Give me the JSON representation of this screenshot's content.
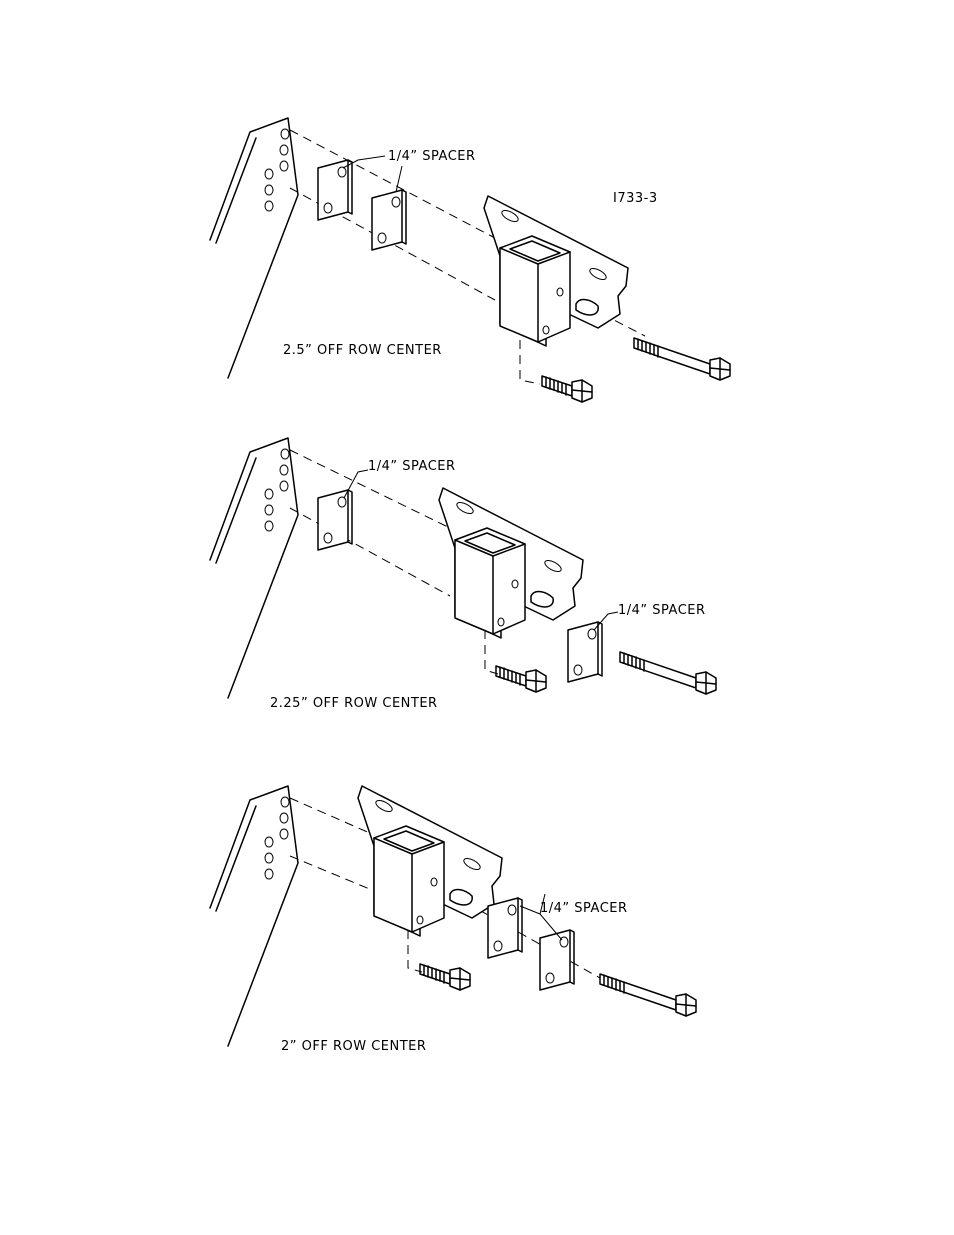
{
  "figure": {
    "id_label": "I733-3"
  },
  "assemblies": [
    {
      "caption": "2.5” OFF ROW CENTER",
      "spacer_label": "1/4” SPACER"
    },
    {
      "caption": "2.25” OFF ROW CENTER",
      "spacer_label_top": "1/4” SPACER",
      "spacer_label_bottom": "1/4” SPACER"
    },
    {
      "caption": "2” OFF ROW CENTER",
      "spacer_label": "1/4” SPACER"
    }
  ]
}
